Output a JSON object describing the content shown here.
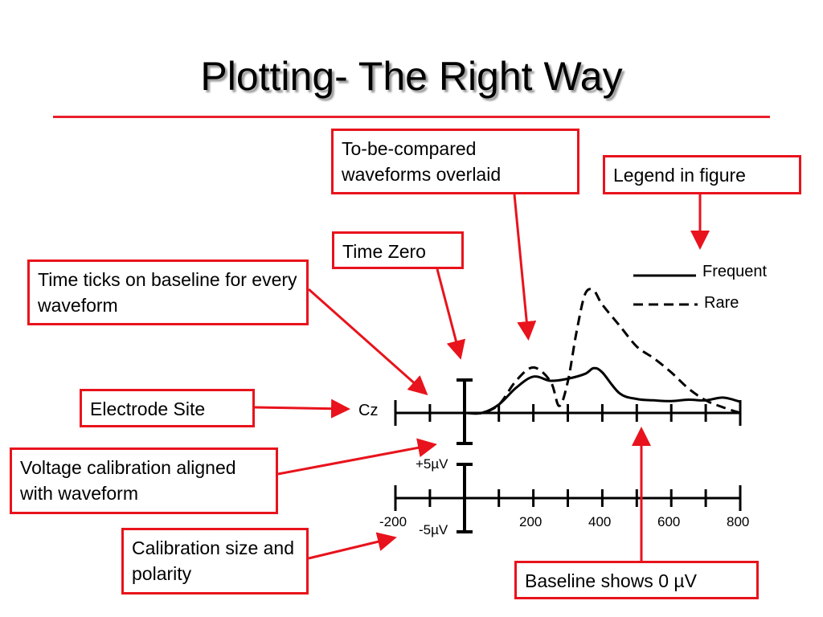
{
  "title": "Plotting- The Right Way",
  "colors": {
    "accent_red": "#e8131c",
    "line": "#000000"
  },
  "callouts": {
    "compared": "To-be-compared waveforms overlaid",
    "legend": "Legend in figure",
    "time_zero": "Time Zero",
    "time_ticks": "Time ticks on baseline for every waveform",
    "electrode": "Electrode Site",
    "voltage": "Voltage calibration aligned with waveform",
    "calibration": "Calibration size and polarity",
    "baseline": "Baseline shows 0 µV"
  },
  "figure": {
    "electrode_label": "Cz",
    "legend": {
      "frequent": "Frequent",
      "rare": "Rare"
    },
    "calibration": {
      "pos_label": "+5µV",
      "neg_label": "-5µV"
    },
    "time_ticks": [
      "-200",
      "200",
      "400",
      "600",
      "800"
    ]
  },
  "chart_data": {
    "type": "line",
    "xlabel": "",
    "ylabel": "",
    "x_range": [
      -200,
      800
    ],
    "x_tick_interval_ms": 100,
    "series": [
      {
        "name": "Frequent",
        "style": "solid",
        "x": [
          -200,
          -150,
          -100,
          -50,
          0,
          50,
          100,
          150,
          200,
          250,
          300,
          350,
          375,
          400,
          450,
          500,
          550,
          600,
          650,
          700,
          750,
          800
        ],
        "y": [
          0,
          0,
          0,
          0,
          0,
          0,
          1.2,
          3.6,
          5.2,
          4.6,
          4.9,
          5.6,
          6.4,
          5.8,
          2.8,
          2.0,
          1.8,
          1.7,
          1.9,
          1.8,
          2.2,
          1.6
        ]
      },
      {
        "name": "Rare",
        "style": "dashed",
        "x": [
          -200,
          -150,
          -100,
          -50,
          0,
          50,
          100,
          150,
          200,
          250,
          275,
          300,
          325,
          350,
          375,
          400,
          450,
          500,
          550,
          600,
          650,
          700,
          750,
          800
        ],
        "y": [
          0,
          0,
          0,
          0,
          0,
          0,
          1.2,
          4.6,
          6.5,
          4.5,
          1.0,
          4.5,
          11.5,
          17.0,
          17.5,
          15.5,
          12.5,
          9.5,
          7.8,
          5.8,
          3.5,
          1.8,
          0.8,
          0
        ]
      }
    ]
  }
}
